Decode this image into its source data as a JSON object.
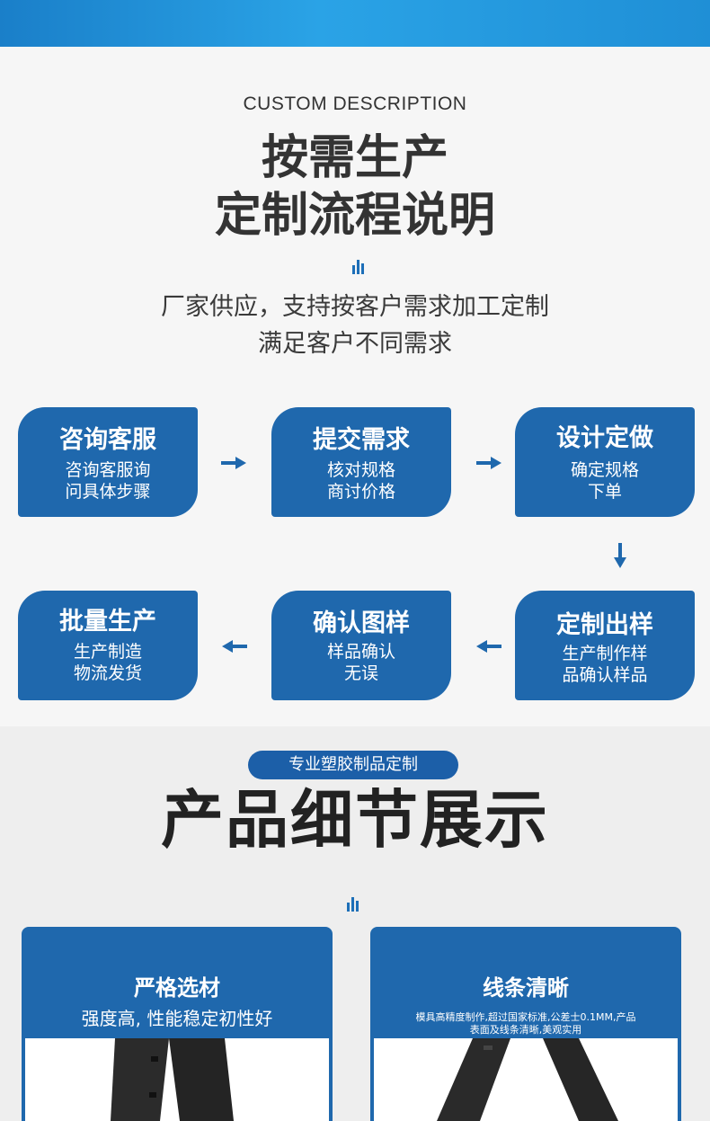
{
  "section1": {
    "eyebrow": "CUSTOM DESCRIPTION",
    "title_line1": "按需生产",
    "title_line2": "定制流程说明",
    "desc_line1": "厂家供应，支持按客户需求加工定制",
    "desc_line2": "满足客户不同需求"
  },
  "steps": [
    {
      "title": "咨询客服",
      "line1": "咨询客服询",
      "line2": "问具体步骤"
    },
    {
      "title": "提交需求",
      "line1": "核对规格",
      "line2": "商讨价格"
    },
    {
      "title": "设计定做",
      "line1": "确定规格",
      "line2": "下单"
    },
    {
      "title": "定制出样",
      "line1": "生产制作样",
      "line2": "品确认样品"
    },
    {
      "title": "确认图样",
      "line1": "样品确认",
      "line2": "无误"
    },
    {
      "title": "批量生产",
      "line1": "生产制造",
      "line2": "物流发货"
    }
  ],
  "section2": {
    "pill": "专业塑胶制品定制",
    "title": "产品细节展示"
  },
  "cards": [
    {
      "title": "严格选材",
      "sub1": "强度高, 性能稳定初性好",
      "sub2": ""
    },
    {
      "title": "线条清晰",
      "sub1": "模具高精度制作,超过国家标准,公差士0.1MM,产品",
      "sub2": "表面及线条清晰,美观实用"
    }
  ],
  "colors": {
    "primary": "#1f68ad",
    "top_bar": "#2aa3e6",
    "text_dark": "#333333"
  },
  "icons": [
    "bars-icon",
    "arrow-right-icon",
    "arrow-down-icon",
    "arrow-left-icon"
  ]
}
